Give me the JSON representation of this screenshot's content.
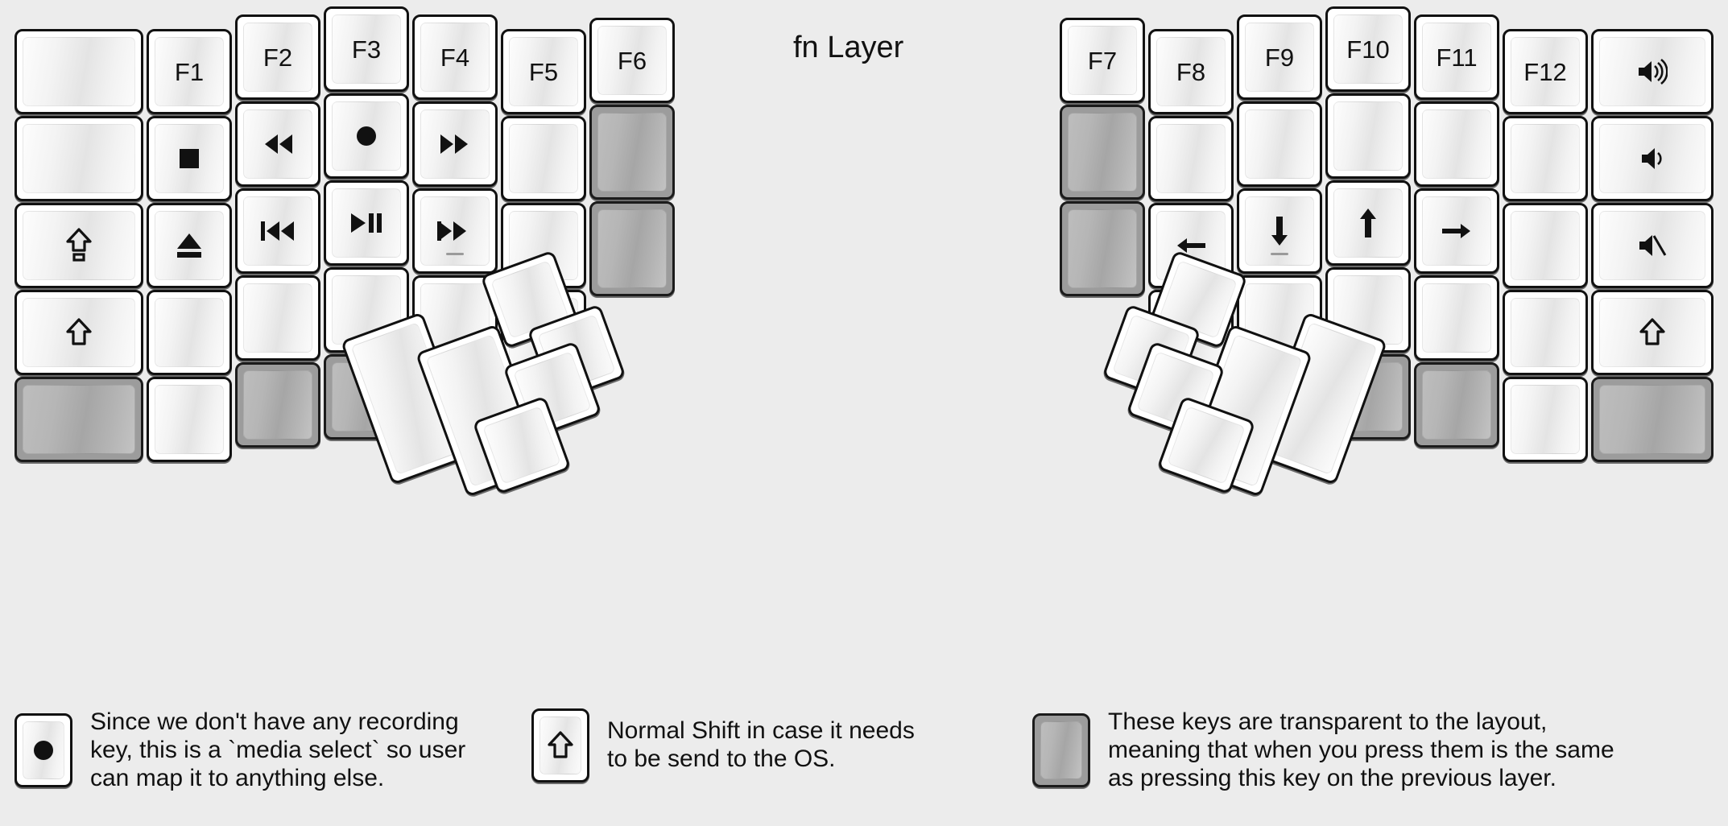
{
  "title": "fn Layer",
  "colors": {
    "background": "#ececec",
    "key_face": "#ffffff",
    "key_border": "#111111",
    "transparent_key": "#9c9c9c",
    "text": "#111111"
  },
  "left_half": {
    "name": "left-half",
    "columns": [
      {
        "name": "col-outer-left",
        "keys": [
          {
            "label": "",
            "icon": "",
            "state": "normal"
          },
          {
            "label": "",
            "icon": "",
            "state": "normal"
          },
          {
            "label": "",
            "icon": "caps-lock-arrow-icon",
            "state": "normal"
          },
          {
            "label": "",
            "icon": "shift-arrow-icon",
            "state": "normal"
          },
          {
            "label": "",
            "icon": "",
            "state": "transparent"
          }
        ]
      },
      {
        "name": "col-pinky",
        "keys": [
          {
            "label": "F1",
            "icon": "",
            "state": "normal"
          },
          {
            "label": "",
            "icon": "stop-icon",
            "state": "normal"
          },
          {
            "label": "",
            "icon": "eject-icon",
            "state": "normal"
          },
          {
            "label": "",
            "icon": "",
            "state": "normal"
          },
          {
            "label": "",
            "icon": "",
            "state": "normal"
          }
        ]
      },
      {
        "name": "col-ring",
        "keys": [
          {
            "label": "F2",
            "icon": "",
            "state": "normal"
          },
          {
            "label": "",
            "icon": "rewind-icon",
            "state": "normal"
          },
          {
            "label": "",
            "icon": "prev-track-icon",
            "state": "normal"
          },
          {
            "label": "",
            "icon": "",
            "state": "normal"
          },
          {
            "label": "",
            "icon": "",
            "state": "transparent"
          }
        ]
      },
      {
        "name": "col-middle",
        "keys": [
          {
            "label": "F3",
            "icon": "",
            "state": "normal"
          },
          {
            "label": "",
            "icon": "record-icon",
            "state": "normal"
          },
          {
            "label": "",
            "icon": "play-pause-icon",
            "state": "normal"
          },
          {
            "label": "",
            "icon": "",
            "state": "normal"
          },
          {
            "label": "",
            "icon": "",
            "state": "transparent"
          }
        ]
      },
      {
        "name": "col-index",
        "keys": [
          {
            "label": "F4",
            "icon": "",
            "state": "normal"
          },
          {
            "label": "",
            "icon": "fast-forward-icon",
            "state": "normal"
          },
          {
            "label": "",
            "icon": "next-track-icon",
            "homing": true,
            "state": "normal"
          },
          {
            "label": "",
            "icon": "",
            "state": "normal"
          },
          {
            "label": "",
            "icon": "",
            "state": "transparent"
          }
        ]
      },
      {
        "name": "col-inner-1",
        "keys": [
          {
            "label": "F5",
            "icon": "",
            "state": "normal"
          },
          {
            "label": "",
            "icon": "",
            "state": "normal"
          },
          {
            "label": "",
            "icon": "",
            "state": "normal"
          },
          {
            "label": "",
            "icon": "",
            "state": "normal"
          }
        ]
      },
      {
        "name": "col-inner-2",
        "keys": [
          {
            "label": "F6",
            "icon": "",
            "state": "normal"
          },
          {
            "label": "",
            "icon": "",
            "state": "transparent"
          },
          {
            "label": "",
            "icon": "",
            "state": "transparent"
          }
        ]
      }
    ],
    "thumb_cluster": [
      {
        "name": "thumb-left-big-1",
        "icon": "",
        "label": "",
        "state": "normal"
      },
      {
        "name": "thumb-left-big-2",
        "icon": "",
        "label": "",
        "state": "normal"
      },
      {
        "name": "thumb-left-small-1",
        "icon": "",
        "label": "",
        "state": "normal"
      },
      {
        "name": "thumb-left-small-2",
        "icon": "",
        "label": "",
        "state": "normal"
      },
      {
        "name": "thumb-left-small-3",
        "icon": "",
        "label": "",
        "state": "normal"
      },
      {
        "name": "thumb-left-small-4",
        "icon": "",
        "label": "",
        "state": "normal"
      }
    ]
  },
  "right_half": {
    "name": "right-half",
    "columns": [
      {
        "name": "col-inner-2",
        "keys": [
          {
            "label": "F7",
            "icon": "",
            "state": "normal"
          },
          {
            "label": "",
            "icon": "",
            "state": "transparent"
          },
          {
            "label": "",
            "icon": "",
            "state": "transparent"
          }
        ]
      },
      {
        "name": "col-inner-1",
        "keys": [
          {
            "label": "F8",
            "icon": "",
            "state": "normal"
          },
          {
            "label": "",
            "icon": "",
            "state": "normal"
          },
          {
            "label": "",
            "icon": "arrow-left-icon",
            "state": "normal"
          },
          {
            "label": "",
            "icon": "",
            "state": "normal"
          }
        ]
      },
      {
        "name": "col-index",
        "keys": [
          {
            "label": "F9",
            "icon": "",
            "state": "normal"
          },
          {
            "label": "",
            "icon": "",
            "state": "normal"
          },
          {
            "label": "",
            "icon": "arrow-down-icon",
            "homing": true,
            "state": "normal"
          },
          {
            "label": "",
            "icon": "",
            "state": "normal"
          },
          {
            "label": "",
            "icon": "",
            "state": "transparent"
          }
        ]
      },
      {
        "name": "col-middle",
        "keys": [
          {
            "label": "F10",
            "icon": "",
            "state": "normal"
          },
          {
            "label": "",
            "icon": "",
            "state": "normal"
          },
          {
            "label": "",
            "icon": "arrow-up-icon",
            "state": "normal"
          },
          {
            "label": "",
            "icon": "",
            "state": "normal"
          },
          {
            "label": "",
            "icon": "",
            "state": "transparent"
          }
        ]
      },
      {
        "name": "col-ring",
        "keys": [
          {
            "label": "F11",
            "icon": "",
            "state": "normal"
          },
          {
            "label": "",
            "icon": "",
            "state": "normal"
          },
          {
            "label": "",
            "icon": "arrow-right-icon",
            "state": "normal"
          },
          {
            "label": "",
            "icon": "",
            "state": "normal"
          },
          {
            "label": "",
            "icon": "",
            "state": "transparent"
          }
        ]
      },
      {
        "name": "col-pinky",
        "keys": [
          {
            "label": "F12",
            "icon": "",
            "state": "normal"
          },
          {
            "label": "",
            "icon": "",
            "state": "normal"
          },
          {
            "label": "",
            "icon": "",
            "state": "normal"
          },
          {
            "label": "",
            "icon": "",
            "state": "normal"
          },
          {
            "label": "",
            "icon": "",
            "state": "normal"
          }
        ]
      },
      {
        "name": "col-outer-right",
        "keys": [
          {
            "label": "",
            "icon": "volume-up-icon",
            "state": "normal"
          },
          {
            "label": "",
            "icon": "volume-down-icon",
            "state": "normal"
          },
          {
            "label": "",
            "icon": "volume-mute-icon",
            "state": "normal"
          },
          {
            "label": "",
            "icon": "shift-arrow-icon",
            "state": "normal"
          },
          {
            "label": "",
            "icon": "",
            "state": "transparent"
          }
        ]
      }
    ],
    "thumb_cluster": [
      {
        "name": "thumb-right-big-1",
        "icon": "",
        "label": "",
        "state": "normal"
      },
      {
        "name": "thumb-right-big-2",
        "icon": "",
        "label": "",
        "state": "normal"
      },
      {
        "name": "thumb-right-small-1",
        "icon": "",
        "label": "",
        "state": "normal"
      },
      {
        "name": "thumb-right-small-2",
        "icon": "",
        "label": "",
        "state": "normal"
      },
      {
        "name": "thumb-right-small-3",
        "icon": "",
        "label": "",
        "state": "normal"
      },
      {
        "name": "thumb-right-small-4",
        "icon": "",
        "label": "",
        "state": "normal"
      }
    ]
  },
  "notes": [
    {
      "swatch_icon": "record-icon",
      "swatch_state": "normal",
      "text": "Since we don't have any recording\nkey, this is a `media select` so user\ncan map it to anything else."
    },
    {
      "swatch_icon": "shift-arrow-icon",
      "swatch_state": "normal",
      "text": "Normal Shift in case it needs\nto be send to the OS."
    },
    {
      "swatch_icon": "",
      "swatch_state": "transparent",
      "text": "These keys are transparent to the layout,\nmeaning that when you press them is the same\nas pressing this key on the previous layer."
    }
  ]
}
